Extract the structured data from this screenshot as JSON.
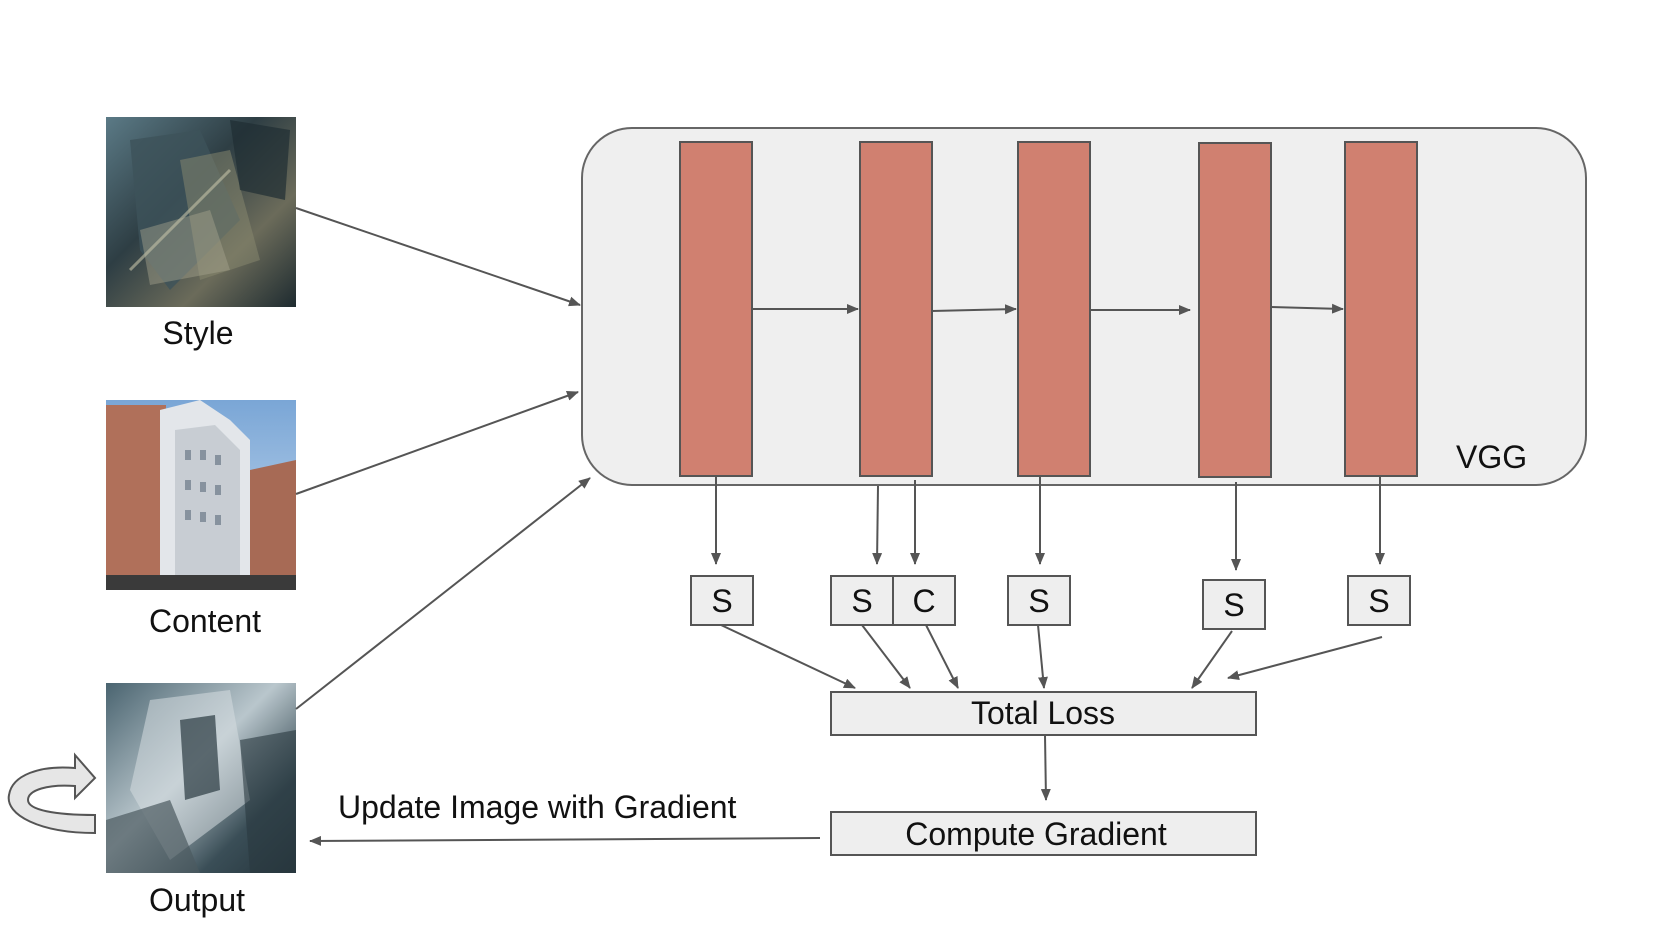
{
  "images": {
    "style": {
      "caption": "Style"
    },
    "content": {
      "caption": "Content"
    },
    "output": {
      "caption": "Output"
    }
  },
  "network": {
    "label": "VGG",
    "layer_color": "#d08070",
    "panel_color": "#efefef"
  },
  "loss_boxes": [
    "S",
    "S",
    "C",
    "S",
    "S",
    "S"
  ],
  "total_loss": "Total Loss",
  "compute_gradient": "Compute Gradient",
  "update_label": "Update Image with Gradient",
  "icons": [
    "curved-loop-arrow-icon"
  ]
}
